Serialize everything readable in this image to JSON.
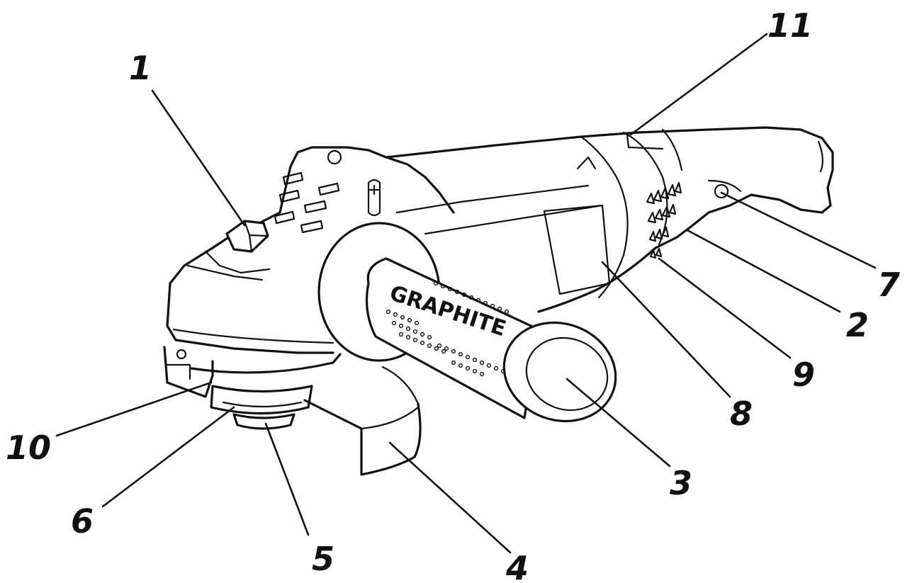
{
  "brand": {
    "text": "GRAPHITE"
  },
  "callouts": [
    {
      "id": "1",
      "label": "1"
    },
    {
      "id": "2",
      "label": "2"
    },
    {
      "id": "3",
      "label": "3"
    },
    {
      "id": "4",
      "label": "4"
    },
    {
      "id": "5",
      "label": "5"
    },
    {
      "id": "6",
      "label": "6"
    },
    {
      "id": "7",
      "label": "7"
    },
    {
      "id": "8",
      "label": "8"
    },
    {
      "id": "9",
      "label": "9"
    },
    {
      "id": "10",
      "label": "10"
    },
    {
      "id": "11",
      "label": "11"
    }
  ]
}
